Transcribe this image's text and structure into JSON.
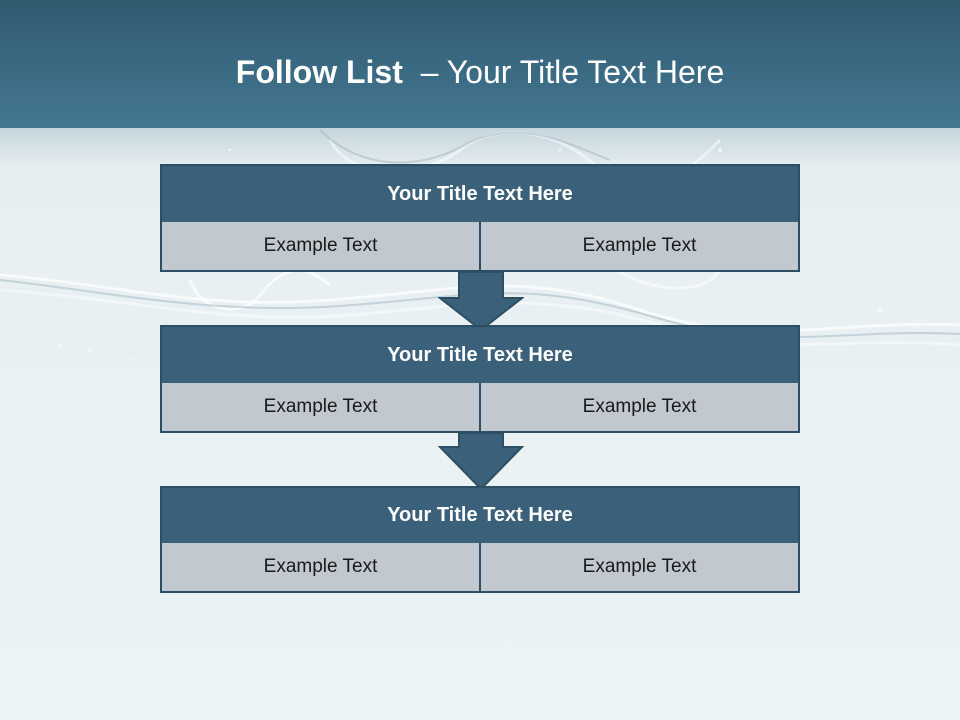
{
  "slide": {
    "title_bold": "Follow List",
    "title_rest": "  – Your Title Text Here"
  },
  "steps": [
    {
      "title": "Your Title Text Here",
      "left": "Example Text",
      "right": "Example Text"
    },
    {
      "title": "Your Title Text Here",
      "left": "Example Text",
      "right": "Example Text"
    },
    {
      "title": "Your Title Text Here",
      "left": "Example Text",
      "right": "Example Text"
    }
  ],
  "colors": {
    "header": "#3b6a83",
    "box_title": "#3a6179",
    "cell": "#c1c8cf",
    "arrow": "#3a6179"
  }
}
